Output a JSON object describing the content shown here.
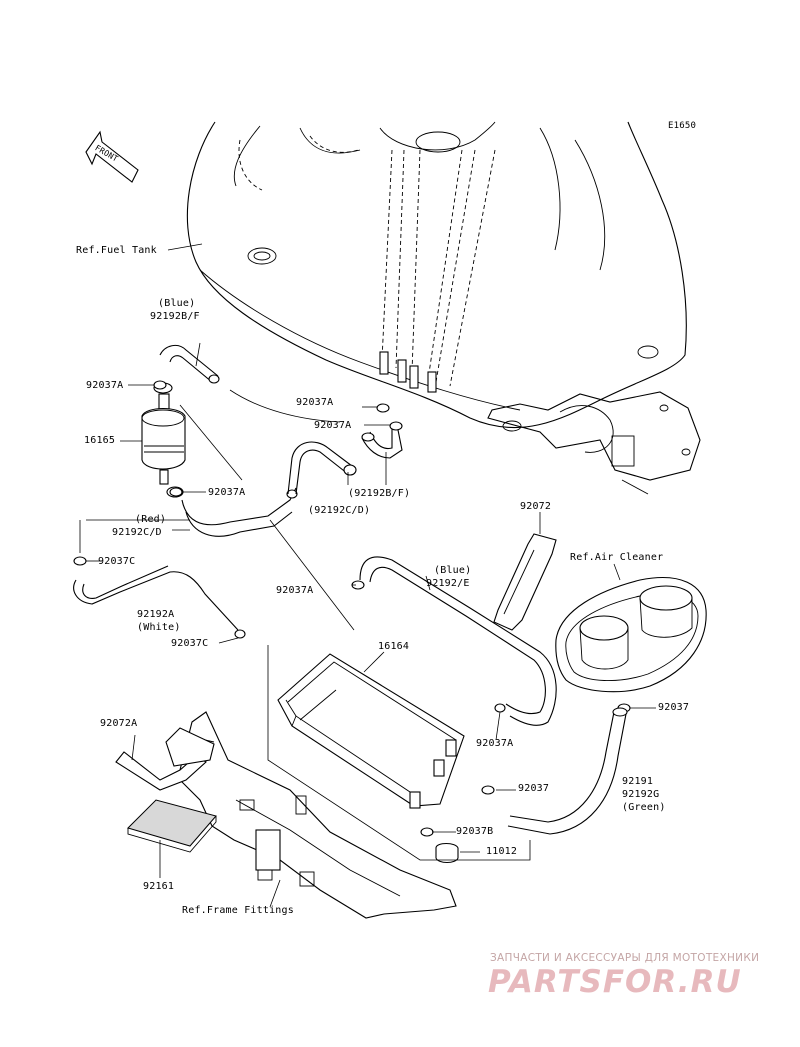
{
  "diagram_id": "E1650",
  "front_arrow": "FRONT",
  "refs": {
    "fuel_tank": "Ref.Fuel Tank",
    "air_cleaner": "Ref.Air Cleaner",
    "frame_fittings": "Ref.Frame Fittings"
  },
  "parts": {
    "blue_top_color": "(Blue)",
    "blue_top_num": "92192B/F",
    "clamp_a_1": "92037A",
    "filter": "16165",
    "clamp_a_2": "92037A",
    "red_color": "(Red)",
    "red_num": "92192C/D",
    "clamp_c_1": "92037C",
    "white_num": "92192A",
    "white_color": "(White)",
    "clamp_c_2": "92037C",
    "clamp_a_3": "92037A",
    "clamp_a_4": "92037A",
    "hose_bf": "(92192B/F)",
    "hose_cd": "(92192C/D)",
    "clamp_a_5": "92037A",
    "band": "92072",
    "blue_mid_color": "(Blue)",
    "blue_mid_num": "92192/E",
    "canister": "16164",
    "clamp_a_6": "92037A",
    "clamp_1": "92037",
    "clamp_2": "92037",
    "green_1": "92191",
    "green_2": "92192G",
    "green_color": "(Green)",
    "band_a": "92072A",
    "clamp_b": "92037B",
    "cap": "11012",
    "pad": "92161"
  },
  "watermark": {
    "tagline": "ЗАПЧАСТИ И АКСЕССУАРЫ ДЛЯ МОТОТЕХНИКИ",
    "logo": "PARTSFOR.RU"
  }
}
